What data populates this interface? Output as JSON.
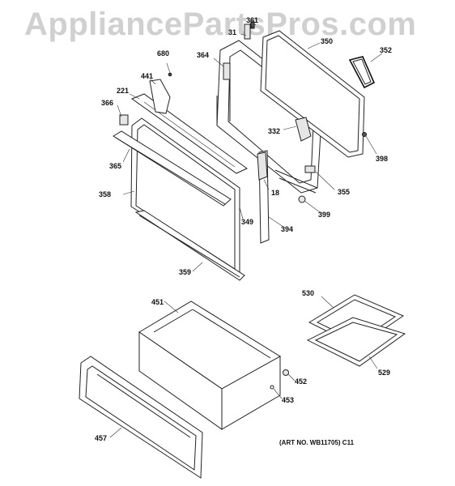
{
  "watermark": "AppliancePartsPros.com",
  "art_number": "(ART NO. WB11705) C11",
  "callouts": {
    "p361": "361",
    "p31": "31",
    "p350": "350",
    "p352": "352",
    "p680": "680",
    "p364": "364",
    "p441": "441",
    "p221": "221",
    "p366": "366",
    "p332": "332",
    "p365": "365",
    "p398": "398",
    "p18": "18",
    "p355": "355",
    "p358": "358",
    "p349": "349",
    "p399": "399",
    "p394": "394",
    "p359": "359",
    "p530": "530",
    "p451": "451",
    "p452": "452",
    "p453": "453",
    "p529": "529",
    "p457": "457"
  }
}
